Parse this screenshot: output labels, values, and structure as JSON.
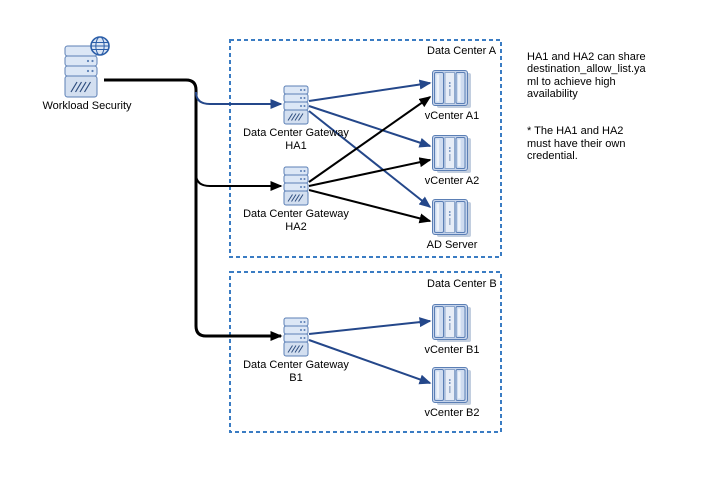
{
  "workload": {
    "label": "Workload Security",
    "icon": "server-globe-icon"
  },
  "data_center_a": {
    "title": "Data Center A",
    "nodes": [
      {
        "id": "ha1",
        "label": "Data Center Gateway\nHA1",
        "icon": "server-icon"
      },
      {
        "id": "ha2",
        "label": "Data Center Gateway\nHA2",
        "icon": "server-icon"
      },
      {
        "id": "vcenter_a1",
        "label": "vCenter A1",
        "icon": "mainframe-icon"
      },
      {
        "id": "vcenter_a2",
        "label": "vCenter A2",
        "icon": "mainframe-icon"
      },
      {
        "id": "ad_server",
        "label": "AD Server",
        "icon": "mainframe-icon"
      }
    ]
  },
  "data_center_b": {
    "title": "Data Center B",
    "nodes": [
      {
        "id": "b1",
        "label": "Data Center Gateway\nB1",
        "icon": "server-icon"
      },
      {
        "id": "vcenter_b1",
        "label": "vCenter B1",
        "icon": "mainframe-icon"
      },
      {
        "id": "vcenter_b2",
        "label": "vCenter B2",
        "icon": "mainframe-icon"
      }
    ]
  },
  "annotation": {
    "paragraph1": "HA1 and HA2 can share\ndestination_allow_list.ya\nml to achieve high\navailability",
    "paragraph2": "* The HA1 and HA2\nmust have their own\ncredential."
  },
  "edges": [
    {
      "from": "Workload Security",
      "to": "Data Center Gateway HA1",
      "color": "blue"
    },
    {
      "from": "Workload Security",
      "to": "Data Center Gateway HA2",
      "color": "black"
    },
    {
      "from": "Workload Security",
      "to": "Data Center Gateway B1",
      "color": "black"
    },
    {
      "from": "Data Center Gateway HA1",
      "to": "vCenter A1",
      "color": "blue"
    },
    {
      "from": "Data Center Gateway HA1",
      "to": "vCenter A2",
      "color": "blue"
    },
    {
      "from": "Data Center Gateway HA1",
      "to": "AD Server",
      "color": "blue"
    },
    {
      "from": "Data Center Gateway HA2",
      "to": "vCenter A1",
      "color": "black"
    },
    {
      "from": "Data Center Gateway HA2",
      "to": "vCenter A2",
      "color": "black"
    },
    {
      "from": "Data Center Gateway HA2",
      "to": "AD Server",
      "color": "black"
    },
    {
      "from": "Data Center Gateway B1",
      "to": "vCenter B1",
      "color": "blue"
    },
    {
      "from": "Data Center Gateway B1",
      "to": "vCenter B2",
      "color": "blue"
    }
  ],
  "colors": {
    "box_border": "#3A7CC3",
    "edge_blue": "#24478A",
    "edge_black": "#000000",
    "icon_fill": "#D7E2F3",
    "icon_stroke": "#5B7FB5"
  }
}
